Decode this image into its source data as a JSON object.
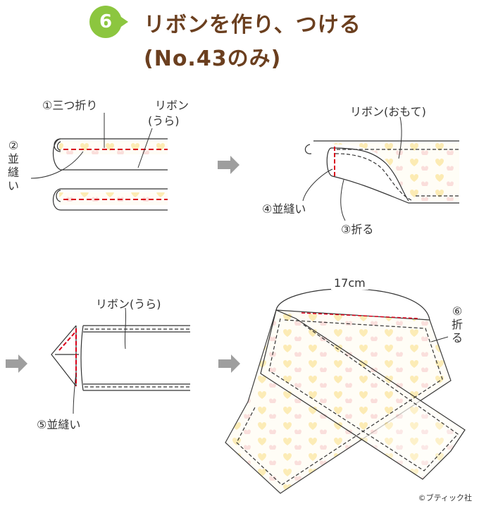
{
  "header": {
    "step_number": "6",
    "title_line1": "リボンを作り、つける",
    "title_line2": "(No.43のみ)"
  },
  "step1": {
    "fold_label": "①三つ折り",
    "ribbon_label_line1": "リボン",
    "ribbon_label_line2": "(うら)",
    "stitch_label": "②並縫い"
  },
  "step2": {
    "ribbon_label": "リボン(おもて)",
    "stitch_label": "④並縫い",
    "fold_label": "③折る"
  },
  "step3": {
    "ribbon_label": "リボン(うら)",
    "stitch_label": "⑤並縫い"
  },
  "step4": {
    "measure_label": "17cm",
    "fold_label": "⑥折る"
  },
  "credit": "©ブティック社",
  "colors": {
    "title": "#6b3f1f",
    "badge": "#8cc63f",
    "stitch": "#d9001b",
    "arrow": "#9e9e9e"
  }
}
